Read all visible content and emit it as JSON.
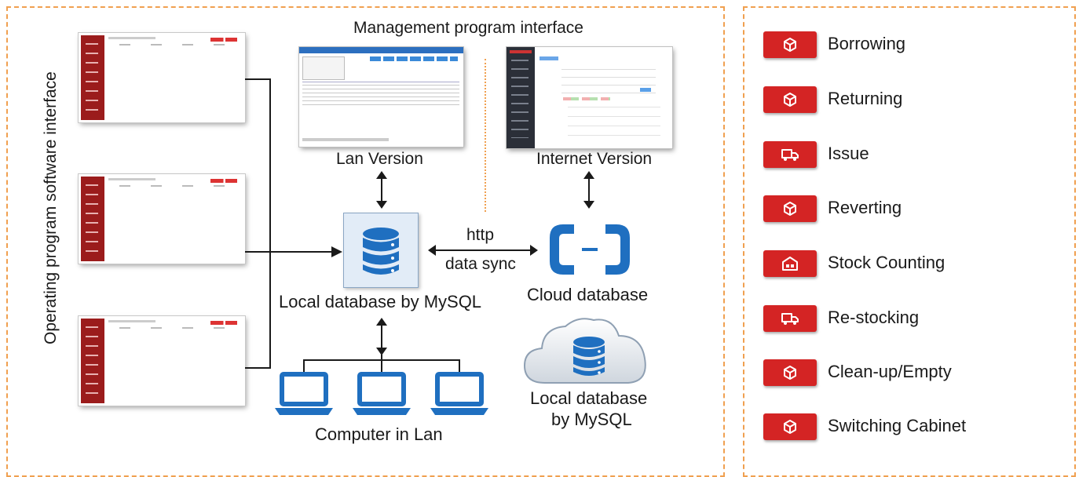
{
  "diagram": {
    "left_vertical_label": "Operating program software interface",
    "management_title": "Management program interface",
    "lan_version_label": "Lan Version",
    "internet_version_label": "Internet Version",
    "local_db_label": "Local database by MySQL",
    "http_label": "http",
    "data_sync_label": "data sync",
    "cloud_db_label": "Cloud database",
    "cloud_local_db_line1": "Local database",
    "cloud_local_db_line2": "by MySQL",
    "computer_lan_label": "Computer in Lan"
  },
  "functions": [
    {
      "label": "Borrowing",
      "icon": "box-icon"
    },
    {
      "label": "Returning",
      "icon": "box-icon"
    },
    {
      "label": "Issue",
      "icon": "truck-icon"
    },
    {
      "label": "Reverting",
      "icon": "box-icon"
    },
    {
      "label": "Stock Counting",
      "icon": "warehouse-icon"
    },
    {
      "label": "Re-stocking",
      "icon": "truck-icon"
    },
    {
      "label": "Clean-up/Empty",
      "icon": "box-icon"
    },
    {
      "label": "Switching Cabinet",
      "icon": "box-icon"
    }
  ],
  "colors": {
    "panel_border": "#f0a050",
    "accent_red": "#d42424",
    "sidebar_red": "#9b1c1c",
    "db_blue": "#1f6fc0",
    "laptop_blue": "#1f6fc0"
  }
}
